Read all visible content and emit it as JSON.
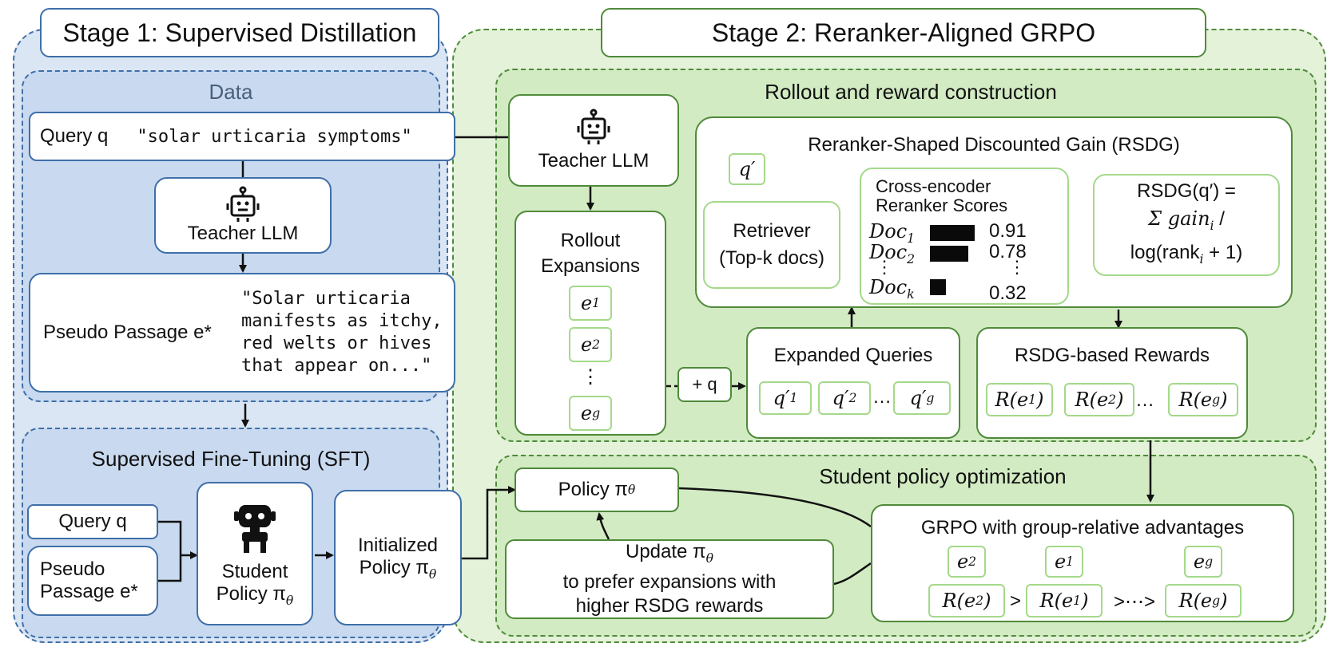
{
  "stage1": {
    "title": "Stage 1: Supervised Distillation",
    "data_section": {
      "label": "Data",
      "query_label": "Query q",
      "query_text": "\"solar urticaria symptoms\"",
      "teacher_label": "Teacher LLM",
      "pseudo_label": "Pseudo Passage e*",
      "pseudo_text": [
        "\"Solar urticaria",
        "manifests as itchy,",
        "red welts or hives",
        "that appear on...\""
      ]
    },
    "sft_section": {
      "label": "Supervised Fine-Tuning (SFT)",
      "query_label": "Query q",
      "pseudo_label_line1": "Pseudo",
      "pseudo_label_line2": "Passage e*",
      "student_line1": "Student",
      "student_line2": "Policy π",
      "student_sub": "θ",
      "init_line1": "Initialized",
      "init_line2": "Policy π",
      "init_sub": "θ"
    }
  },
  "stage2": {
    "title": "Stage 2: Reranker-Aligned GRPO",
    "rollout_section": {
      "label": "Rollout and reward construction",
      "teacher_label": "Teacher LLM",
      "rollout_line1": "Rollout",
      "rollout_line2": "Expansions",
      "expansions": [
        "e",
        "e",
        "⋮",
        "e"
      ],
      "expansion_subs": [
        "1",
        "2",
        "",
        "g"
      ],
      "plus_q": "+ q",
      "rsdg_title": "Reranker-Shaped Discounted Gain (RSDG)",
      "q_prime": "q′",
      "retriever_line1": "Retriever",
      "retriever_line2": "(Top-k docs)",
      "cross_line1": "Cross-encoder",
      "cross_line2": "Reranker Scores",
      "docs": [
        {
          "name": "Doc",
          "sub": "1",
          "score": 0.91,
          "score_text": "0.91"
        },
        {
          "name": "Doc",
          "sub": "2",
          "score": 0.78,
          "score_text": "0.78"
        },
        {
          "name": "Doc",
          "sub": "k",
          "score": 0.32,
          "score_text": "0.32"
        }
      ],
      "formula_line1": "RSDG(q′) =",
      "formula_line2": "Σ gain",
      "formula_line2_sub": "i",
      "formula_line2_tail": " /",
      "formula_line3_head": "log(rank",
      "formula_line3_sub": "i",
      "formula_line3_tail": " + 1)",
      "expanded_label": "Expanded Queries",
      "expanded_items": [
        "q′",
        "q′",
        "…",
        "q′"
      ],
      "expanded_subs": [
        "1",
        "2",
        "",
        "g"
      ],
      "rewards_label": "RSDG-based Rewards",
      "reward_items": [
        "R(e",
        "R(e",
        "…",
        "R(e"
      ],
      "reward_subs": [
        "1",
        "2",
        "",
        "g"
      ]
    },
    "student_section": {
      "label": "Student policy optimization",
      "policy_label": "Policy π",
      "policy_sub": "θ",
      "update_line1": "Update π",
      "update_sub": "θ",
      "update_line2": "to prefer expansions with",
      "update_line3": "higher RSDG rewards",
      "grpo_label": "GRPO with group-relative advantages",
      "grpo_top": [
        {
          "e": "e",
          "sub": "2"
        },
        {
          "e": "e",
          "sub": "1"
        },
        {
          "e": "e",
          "sub": "g"
        }
      ],
      "grpo_bottom": [
        {
          "r": "R(e",
          "sub": "2"
        },
        {
          "r": "R(e",
          "sub": "1"
        },
        {
          "r": "R(e",
          "sub": "g"
        }
      ],
      "grpo_ops": [
        ">",
        ">⋯>"
      ]
    }
  },
  "colors": {
    "stage1_fill": "#dbe6f4",
    "stage1_inner": "#c9daf0",
    "stage2_fill": "#e4f2d9",
    "stage2_inner": "#d2ebc3",
    "blue_border": "#3f6fa8",
    "green_border": "#4f8a3a",
    "light_green_border": "#a4d98a"
  }
}
